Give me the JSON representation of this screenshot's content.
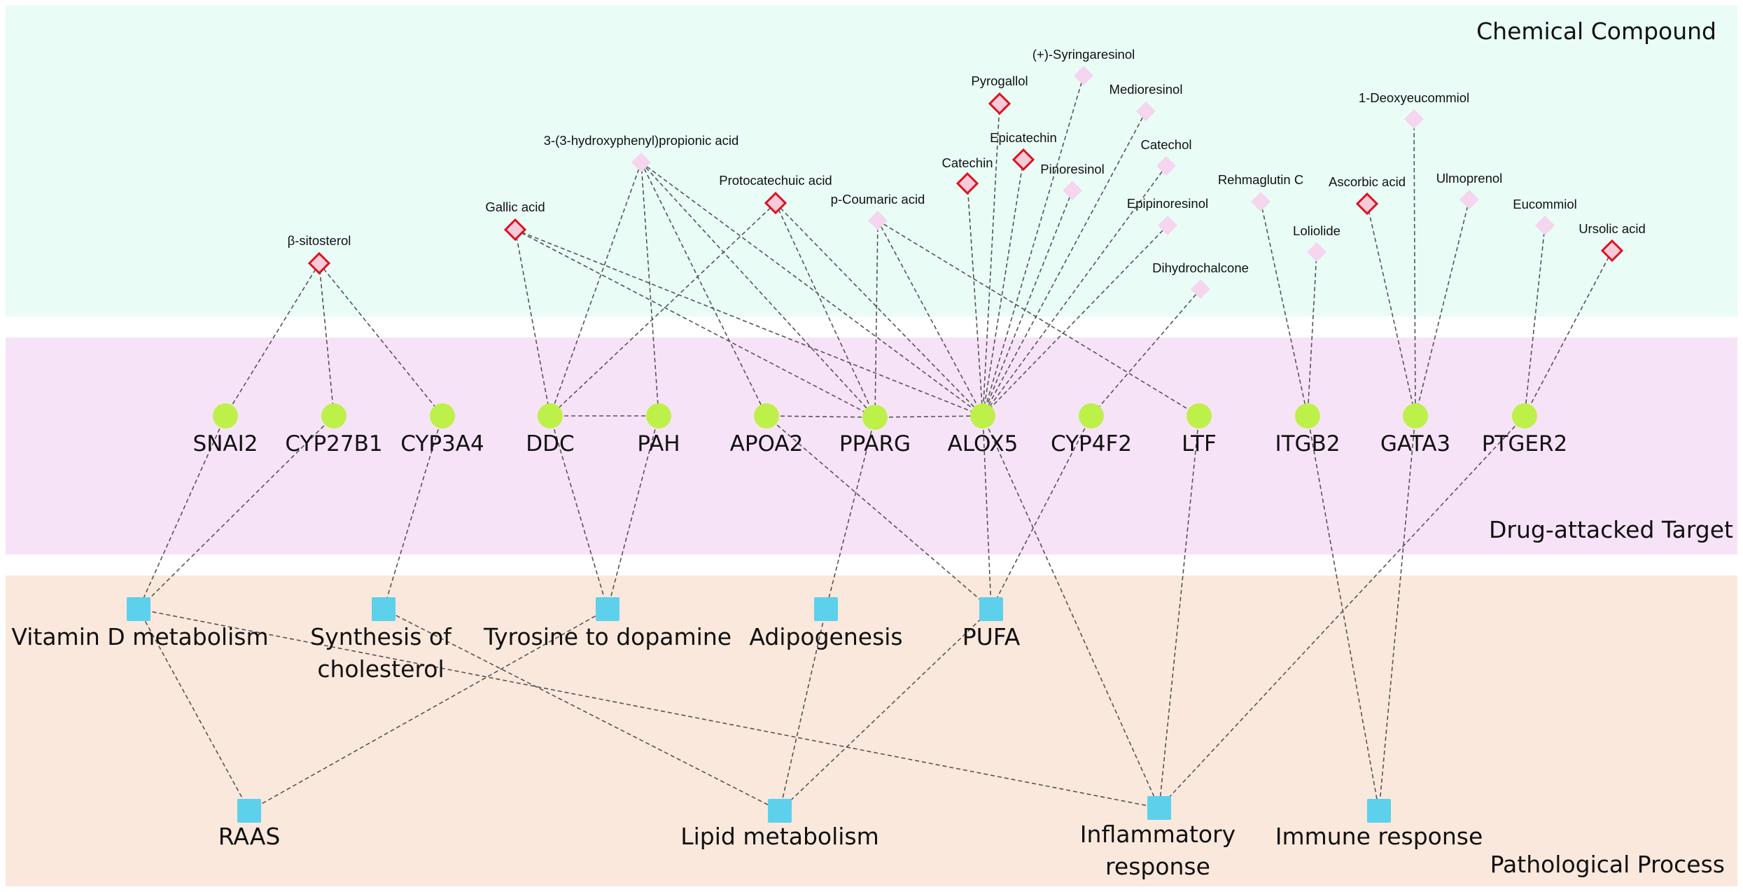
{
  "bands": {
    "compound": {
      "title": "Chemical Compound",
      "color": "#e9fcf6"
    },
    "target": {
      "title": "Drug-attacked Target",
      "color": "#f7e3f7"
    },
    "process": {
      "title": "Pathological Process",
      "color": "#fae8dc"
    }
  },
  "colors": {
    "compound_highlight_fill": "#f5cbd9",
    "compound_highlight_stroke": "#e01020",
    "compound_plain": "#f6d5ef",
    "target": "#bef04a",
    "process": "#5dd0ec",
    "edge": "#555555"
  },
  "compounds": [
    {
      "id": "beta_sitosterol",
      "label": "β-sitosterol",
      "highlight": true
    },
    {
      "id": "gallic_acid",
      "label": "Gallic acid",
      "highlight": true
    },
    {
      "id": "hppa",
      "label": "3-(3-hydroxyphenyl)propionic acid",
      "highlight": false
    },
    {
      "id": "protocatechuic",
      "label": "Protocatechuic acid",
      "highlight": true
    },
    {
      "id": "p_coumaric",
      "label": "p-Coumaric acid",
      "highlight": false
    },
    {
      "id": "catechin",
      "label": "Catechin",
      "highlight": true
    },
    {
      "id": "pyrogallol",
      "label": "Pyrogallol",
      "highlight": true
    },
    {
      "id": "epicatechin",
      "label": "Epicatechin",
      "highlight": true
    },
    {
      "id": "syringaresinol",
      "label": "(+)-Syringaresinol",
      "highlight": false
    },
    {
      "id": "pinoresinol",
      "label": "Pinoresinol",
      "highlight": false
    },
    {
      "id": "medioresinol",
      "label": "Medioresinol",
      "highlight": false
    },
    {
      "id": "catechol",
      "label": "Catechol",
      "highlight": false
    },
    {
      "id": "epipinoresinol",
      "label": "Epipinoresinol",
      "highlight": false
    },
    {
      "id": "dihydrochalcone",
      "label": "Dihydrochalcone",
      "highlight": false
    },
    {
      "id": "rehmaglutin",
      "label": "Rehmaglutin C",
      "highlight": false
    },
    {
      "id": "loliolide",
      "label": "Loliolide",
      "highlight": false
    },
    {
      "id": "ascorbic",
      "label": "Ascorbic acid",
      "highlight": true
    },
    {
      "id": "deoxyeucommiol",
      "label": "1-Deoxyeucommiol",
      "highlight": false
    },
    {
      "id": "ulmoprenol",
      "label": "Ulmoprenol",
      "highlight": false
    },
    {
      "id": "eucommiol",
      "label": "Eucommiol",
      "highlight": false
    },
    {
      "id": "ursolic",
      "label": "Ursolic acid",
      "highlight": true
    }
  ],
  "targets": [
    {
      "id": "SNAI2",
      "label": "SNAI2"
    },
    {
      "id": "CYP27B1",
      "label": "CYP27B1"
    },
    {
      "id": "CYP3A4",
      "label": "CYP3A4"
    },
    {
      "id": "DDC",
      "label": "DDC"
    },
    {
      "id": "PAH",
      "label": "PAH"
    },
    {
      "id": "APOA2",
      "label": "APOA2"
    },
    {
      "id": "PPARG",
      "label": "PPARG"
    },
    {
      "id": "ALOX5",
      "label": "ALOX5"
    },
    {
      "id": "CYP4F2",
      "label": "CYP4F2"
    },
    {
      "id": "LTF",
      "label": "LTF"
    },
    {
      "id": "ITGB2",
      "label": "ITGB2"
    },
    {
      "id": "GATA3",
      "label": "GATA3"
    },
    {
      "id": "PTGER2",
      "label": "PTGER2"
    }
  ],
  "processes": [
    {
      "id": "vitd",
      "lines": [
        "Vitamin D metabolism"
      ]
    },
    {
      "id": "chol",
      "lines": [
        "Synthesis of",
        "cholesterol"
      ]
    },
    {
      "id": "tyr",
      "lines": [
        "Tyrosine to dopamine"
      ]
    },
    {
      "id": "adipo",
      "lines": [
        "Adipogenesis"
      ]
    },
    {
      "id": "pufa",
      "lines": [
        "PUFA"
      ]
    },
    {
      "id": "raas",
      "lines": [
        "RAAS"
      ]
    },
    {
      "id": "lipid",
      "lines": [
        "Lipid metabolism"
      ]
    },
    {
      "id": "inflam",
      "lines": [
        "Inflammatory",
        "response"
      ]
    },
    {
      "id": "immune",
      "lines": [
        "Immune response"
      ]
    }
  ],
  "edges": [
    [
      "beta_sitosterol",
      "SNAI2"
    ],
    [
      "beta_sitosterol",
      "CYP27B1"
    ],
    [
      "beta_sitosterol",
      "CYP3A4"
    ],
    [
      "gallic_acid",
      "DDC"
    ],
    [
      "gallic_acid",
      "PPARG"
    ],
    [
      "gallic_acid",
      "ALOX5"
    ],
    [
      "hppa",
      "DDC"
    ],
    [
      "hppa",
      "PAH"
    ],
    [
      "hppa",
      "APOA2"
    ],
    [
      "hppa",
      "PPARG"
    ],
    [
      "hppa",
      "ALOX5"
    ],
    [
      "protocatechuic",
      "DDC"
    ],
    [
      "protocatechuic",
      "PPARG"
    ],
    [
      "protocatechuic",
      "ALOX5"
    ],
    [
      "p_coumaric",
      "PPARG"
    ],
    [
      "p_coumaric",
      "ALOX5"
    ],
    [
      "p_coumaric",
      "LTF"
    ],
    [
      "catechin",
      "ALOX5"
    ],
    [
      "pyrogallol",
      "ALOX5"
    ],
    [
      "epicatechin",
      "ALOX5"
    ],
    [
      "syringaresinol",
      "ALOX5"
    ],
    [
      "pinoresinol",
      "ALOX5"
    ],
    [
      "medioresinol",
      "ALOX5"
    ],
    [
      "catechol",
      "ALOX5"
    ],
    [
      "epipinoresinol",
      "ALOX5"
    ],
    [
      "dihydrochalcone",
      "CYP4F2"
    ],
    [
      "rehmaglutin",
      "ITGB2"
    ],
    [
      "loliolide",
      "ITGB2"
    ],
    [
      "ascorbic",
      "GATA3"
    ],
    [
      "deoxyeucommiol",
      "GATA3"
    ],
    [
      "ulmoprenol",
      "GATA3"
    ],
    [
      "eucommiol",
      "PTGER2"
    ],
    [
      "ursolic",
      "PTGER2"
    ],
    [
      "DDC",
      "PAH"
    ],
    [
      "APOA2",
      "PPARG"
    ],
    [
      "PPARG",
      "ALOX5"
    ],
    [
      "SNAI2",
      "vitd"
    ],
    [
      "CYP27B1",
      "vitd"
    ],
    [
      "CYP3A4",
      "chol"
    ],
    [
      "DDC",
      "tyr"
    ],
    [
      "PAH",
      "tyr"
    ],
    [
      "PPARG",
      "adipo"
    ],
    [
      "APOA2",
      "pufa"
    ],
    [
      "ALOX5",
      "pufa"
    ],
    [
      "CYP4F2",
      "pufa"
    ],
    [
      "ALOX5",
      "inflam"
    ],
    [
      "LTF",
      "inflam"
    ],
    [
      "PTGER2",
      "inflam"
    ],
    [
      "ITGB2",
      "immune"
    ],
    [
      "GATA3",
      "immune"
    ],
    [
      "vitd",
      "raas"
    ],
    [
      "vitd",
      "inflam"
    ],
    [
      "chol",
      "lipid"
    ],
    [
      "tyr",
      "raas"
    ],
    [
      "adipo",
      "lipid"
    ],
    [
      "pufa",
      "lipid"
    ]
  ]
}
